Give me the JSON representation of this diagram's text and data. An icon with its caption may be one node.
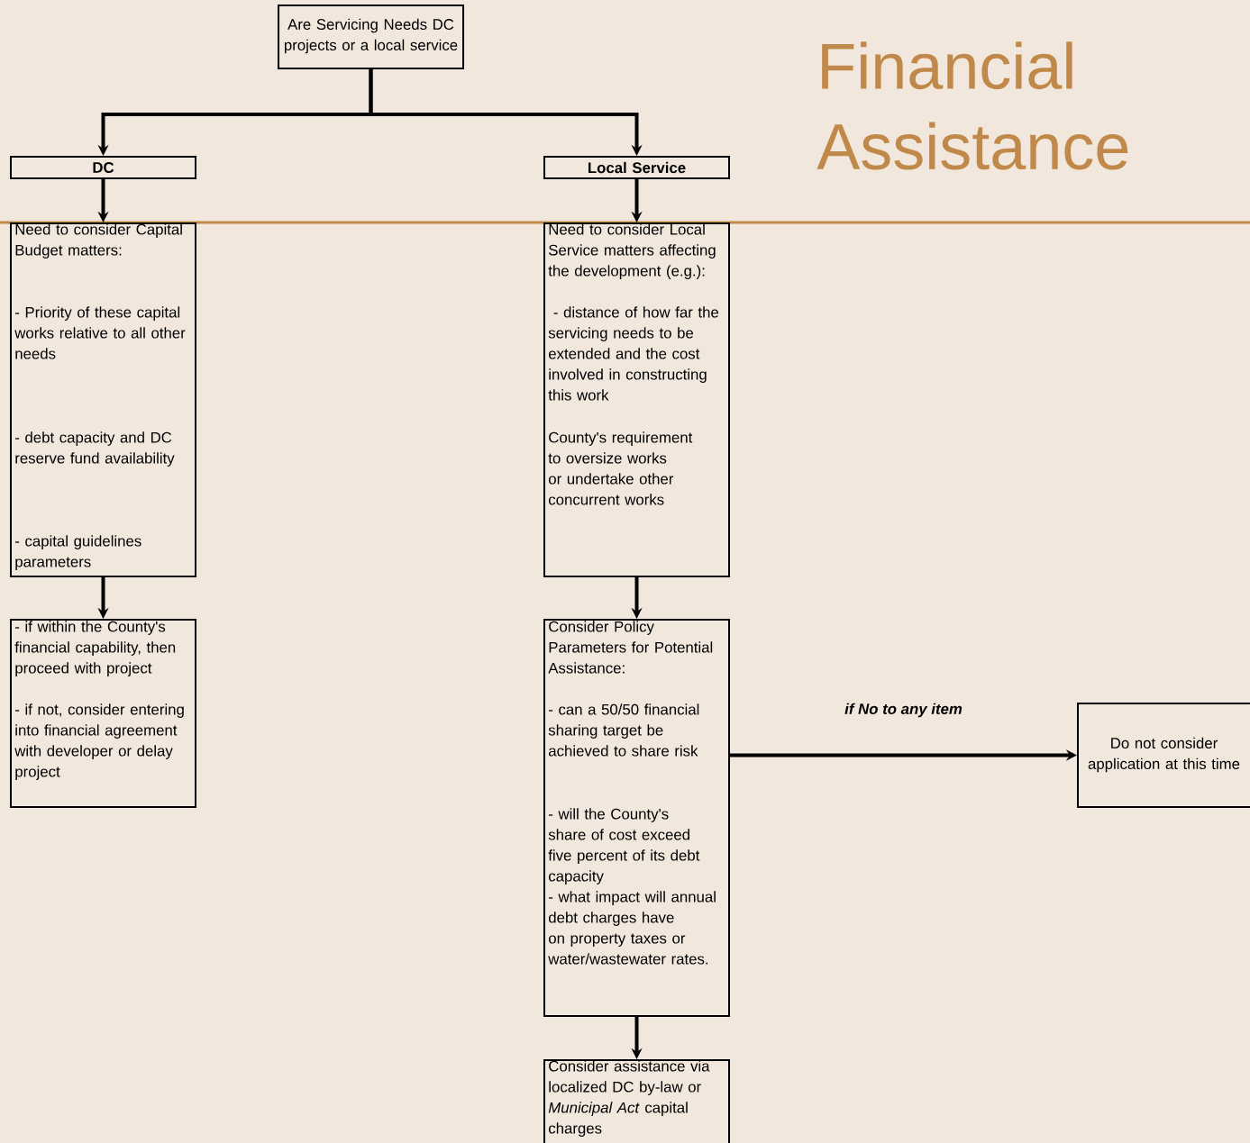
{
  "diagram": {
    "title": "Financial Assistance",
    "nodes": [
      {
        "text": [
          "Are Servicing Needs DC projects or a local service"
        ]
      },
      {
        "text": [
          "DC"
        ]
      },
      {
        "text": [
          "Local Service"
        ]
      },
      {
        "text": [
          "Need to consider Capital Budget matters:",
          "- Priority of these capital works relative to all other needs",
          "- debt capacity and DC reserve fund availability",
          "- capital guidelines parameters"
        ]
      },
      {
        "text": [
          "Need to consider Local Service matters affecting the development (e.g.):",
          " - distance of how far the servicing needs to be extended and the cost involved in constructing this work",
          "County's requirement to oversize works or undertake other concurrent works"
        ]
      },
      {
        "text": [
          "- if within the County's financial capability, then proceed with project",
          "- if not, consider entering into financial agreement with developer or delay project"
        ]
      },
      {
        "text": [
          "Consider Policy Parameters for Potential Assistance:",
          "- can a 50/50 financial sharing target be achieved to share risk",
          "- will the County's share of cost exceed five percent of its debt capacity",
          "- what impact will annual debt charges have on property taxes or water/wastewater rates."
        ]
      },
      {
        "text": [
          "Consider assistance via localized DC by-law or *Municipal Act* capital charges"
        ]
      },
      {
        "text": [
          "Do not consider application at this time"
        ]
      }
    ],
    "edges": [
      {
        "from": 0,
        "to": 1,
        "arrow": "to"
      },
      {
        "from": 0,
        "to": 2,
        "arrow": "to"
      },
      {
        "from": 1,
        "to": 3,
        "arrow": "to"
      },
      {
        "from": 2,
        "to": 4,
        "arrow": "to"
      },
      {
        "from": 3,
        "to": 5,
        "arrow": "to"
      },
      {
        "from": 4,
        "to": 6,
        "arrow": "to"
      },
      {
        "from": 6,
        "to": 7,
        "arrow": "to"
      },
      {
        "from": 6,
        "to": 8,
        "arrow": "to",
        "label": "if No to any item"
      }
    ]
  }
}
